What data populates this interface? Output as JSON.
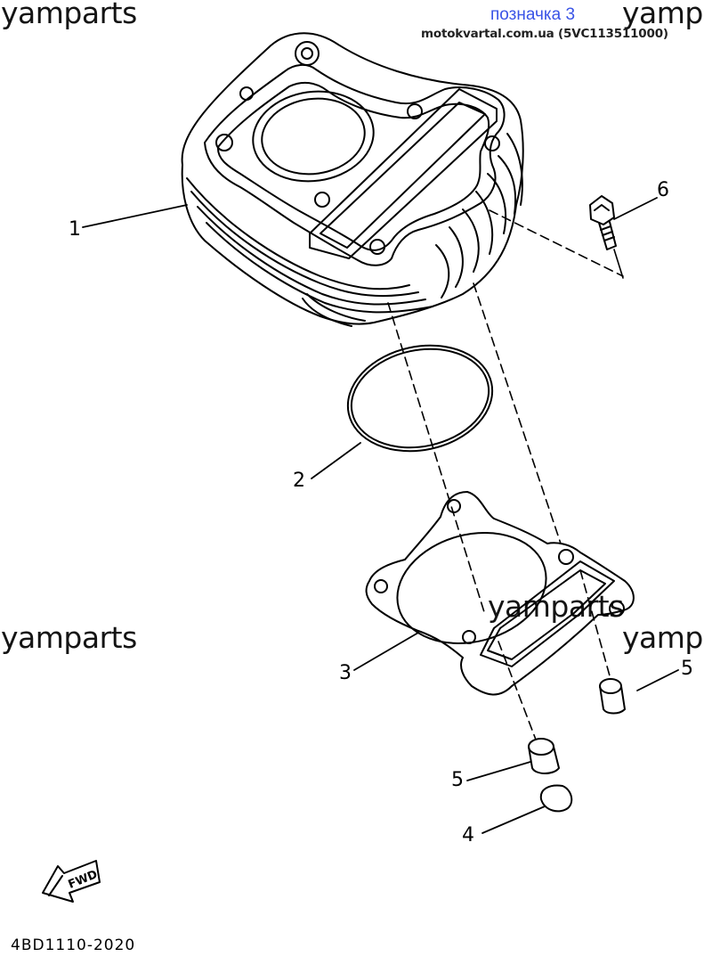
{
  "watermarks": [
    "yamparts",
    "yamp",
    "yamparts",
    "yamparts",
    "yamp"
  ],
  "header": {
    "position_tag": "позначка 3",
    "source_line": "motokvartal.com.ua (5VC113511000)"
  },
  "diagram": {
    "callouts": [
      "1",
      "2",
      "3",
      "4",
      "5",
      "5",
      "6"
    ],
    "fwd_label": "FWD",
    "drawing_code": "4BD1110-2020"
  }
}
